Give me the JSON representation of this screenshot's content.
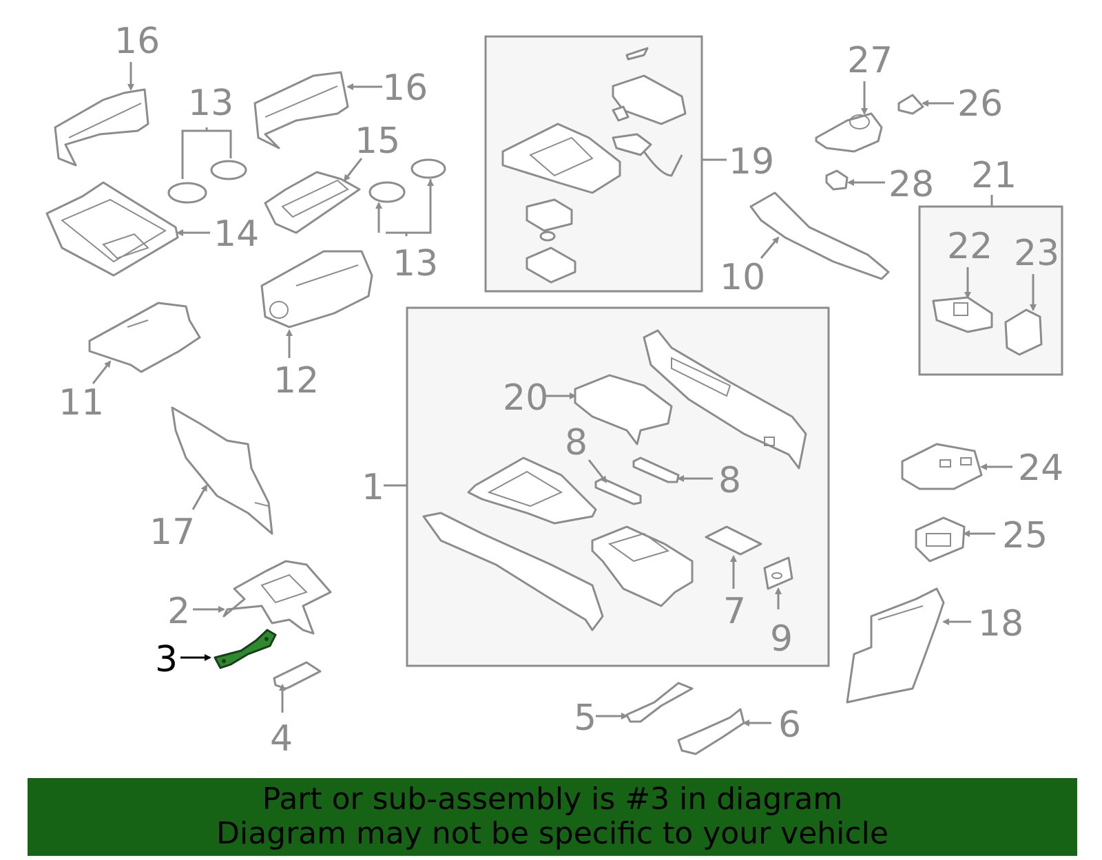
{
  "diagram": {
    "highlight_color": "#2f8a2f",
    "line_color": "#8c8c8c",
    "callouts": {
      "c1": "1",
      "c2": "2",
      "c3": "3",
      "c4": "4",
      "c5": "5",
      "c6": "6",
      "c7": "7",
      "c8a": "8",
      "c8b": "8",
      "c9": "9",
      "c10": "10",
      "c11": "11",
      "c12": "12",
      "c13a": "13",
      "c13b": "13",
      "c14": "14",
      "c15": "15",
      "c16a": "16",
      "c16b": "16",
      "c17": "17",
      "c18": "18",
      "c19": "19",
      "c20": "20",
      "c21": "21",
      "c22": "22",
      "c23": "23",
      "c24": "24",
      "c25": "25",
      "c26": "26",
      "c27": "27",
      "c28": "28"
    }
  },
  "footer": {
    "background": "#166316",
    "line1": "Part or sub-assembly is #3 in diagram",
    "line2": "Diagram may not be specific to your vehicle"
  }
}
